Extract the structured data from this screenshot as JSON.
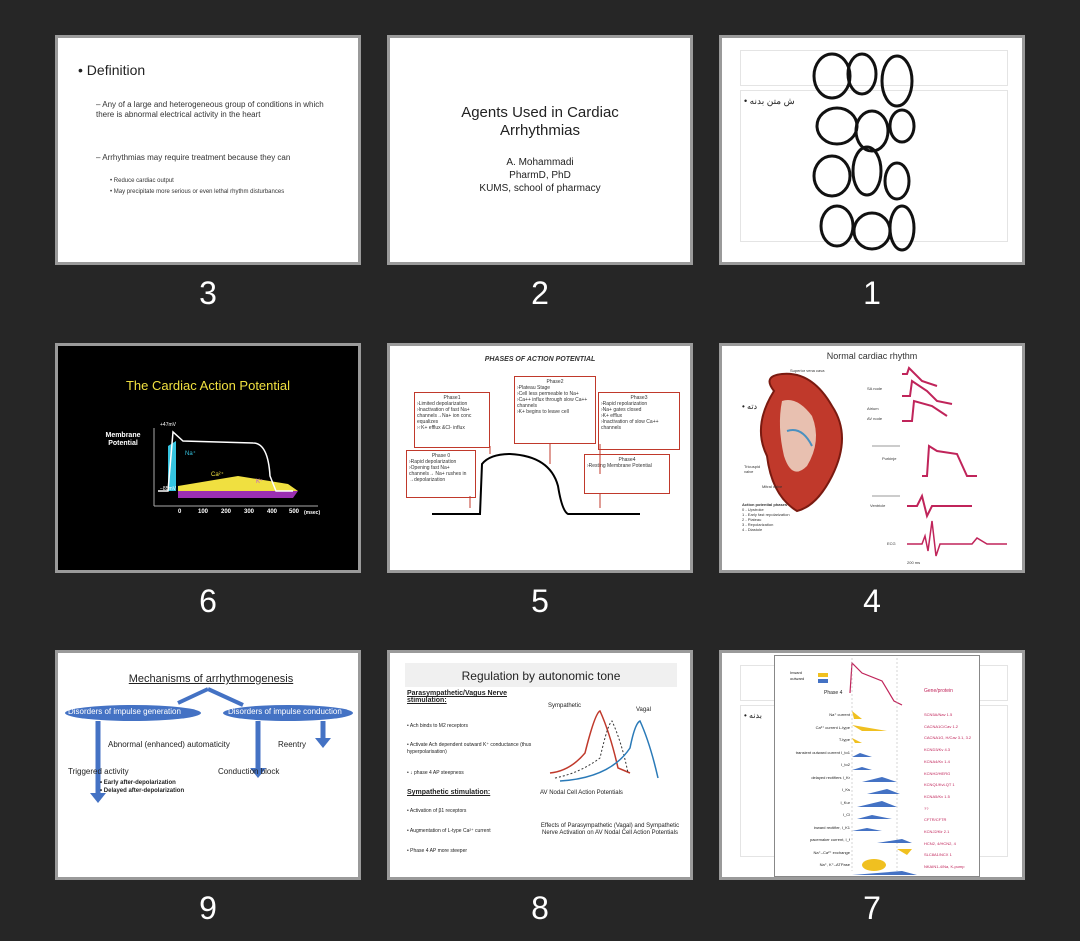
{
  "slides": [
    {
      "number": "3",
      "bullet": "Definition",
      "items": [
        "Any of a large and heterogeneous group of conditions in which there is abnormal electrical activity in the heart",
        "Arrhythmias may require treatment because they can"
      ],
      "subitems": [
        "Reduce cardiac output",
        "May precipitate more serious or even lethal rhythm disturbances"
      ]
    },
    {
      "number": "2",
      "title": "Agents Used in Cardiac Arrhythmias",
      "lines": [
        "A.  Mohammadi",
        "PharmD, PhD",
        "KUMS, school of pharmacy"
      ]
    },
    {
      "number": "1",
      "bullet": "ش متن بدنه"
    },
    {
      "number": "6",
      "title": "The Cardiac Action Potential",
      "ylabel": "Membrane Potential",
      "top": "+47mV",
      "bottom": "−85mV",
      "na": "Na⁺",
      "ca": "Ca²⁺",
      "k": "K⁺",
      "ticks": [
        "0",
        "100",
        "200",
        "300",
        "400",
        "500"
      ],
      "unit": "(msec)"
    },
    {
      "number": "5",
      "title": "PHASES OF ACTION POTENTIAL",
      "phase1": "Phase1",
      "p1": [
        "›Limited depolarization",
        "›Inactivation of fast Na+ channels→Na+ ion conc equalizes",
        "›↑K+ efflux &Cl- influx"
      ],
      "phase2": "Phase2",
      "p2": [
        "›Plateau Stage",
        "›Cell less permeable to Na+",
        "›Ca++ influx through slow Ca++ channels",
        "›K+ begins to leave cell"
      ],
      "phase3": "Phase3",
      "p3": [
        "›Rapid repolarization",
        "›Na+ gates closed",
        "›K+ efflux",
        "›Inactivation of slow Ca++ channels"
      ],
      "phase0": "Phase 0",
      "p0": [
        "›Rapid depolarization",
        "›Opening fast Na+ channels→ Na+ rushes in →depolarization"
      ],
      "phase4": "Phase4",
      "p4": [
        "›Resting Membrane Potential"
      ]
    },
    {
      "number": "4",
      "title": "Normal cardiac rhythm",
      "bullet": "دته",
      "labels": [
        "Superior vena cava",
        "SA node",
        "Atrium",
        "AV node",
        "Purkinje",
        "Tricuspid valve",
        "Mitral valve",
        "Ventricle",
        "Action potential phases",
        "0 - Upstroke",
        "1 - Early fast repolarization",
        "2 - Plateau",
        "3 - Repolarization",
        "4 - Diastole",
        "ECG",
        "200 ms"
      ]
    },
    {
      "number": "9",
      "title": "Mechanisms of arrhythmogenesis",
      "left": "Disorders of impulse generation",
      "right": "Disorders of impulse conduction",
      "auto": "Abnormal (enhanced) automaticity",
      "reentry": "Reentry",
      "trig": "Triggered activity",
      "block": "Conduction block",
      "items": [
        "Early after-depolarization",
        "Delayed after-depolarization"
      ]
    },
    {
      "number": "8",
      "title": "Regulation by autonomic tone",
      "para": "Parasympathetic/Vagus Nerve stimulation:",
      "pitems": [
        "Ach binds to M2 receptors",
        "Activate Ach dependent outward K⁺ conductance (thus hyperpolarisation)",
        "↓ phase 4 AP steepness"
      ],
      "symp": "Sympathetic stimulation:",
      "sitems": [
        "Activation of β1 receptors",
        "Augmentation of L-type Ca²⁺ current",
        "Phase 4 AP more steeper"
      ],
      "graph": {
        "s": "Sympathetic",
        "v": "Vagal",
        "cap": "AV Nodal Cell Action Potentials"
      },
      "effects": "Effects of Parasympathetic (Vagal) and Sympathetic Nerve Activation on AV Nodal Cell Action Potentials"
    },
    {
      "number": "7",
      "bullet": "بدنه",
      "legend": [
        "Inward",
        "outward"
      ],
      "phase": "Phase 4",
      "header": "Gene/protein",
      "rows": [
        "Na⁺ current",
        "Ca²⁺ current L-type",
        "T-type",
        "transient outward current I_to1",
        "I_to2",
        "delayed rectifiers I_Kr",
        "I_Ks",
        "I_Kur",
        "I_Cl",
        "inward rectifier, I_K1",
        "pacemaker current, I_f",
        "Na⁺–Ca²⁺ exchange",
        "Na⁺, K⁺–ATPase"
      ],
      "genes": [
        "SCN5A/Nav 1.5",
        "CACNA1C/Cav 1.2",
        "CACNA1G, H/Cav 3.1, 3.2",
        "KCND3/Kv 4.3",
        "KCNA4/Kv 1.4",
        "KCNH2/HERG",
        "KCNQ1/KvLQT 1",
        "KCNA5/Kv 1.5",
        "??",
        "CFTR/CFTR",
        "KCNJ2/Kir 2.1",
        "HCN2, 4/HCN2, 4",
        "SLC8A1/NCX 1",
        "NKAIN1-4/Na, K-pump"
      ]
    }
  ],
  "colors": {
    "background": "#262626",
    "thumb_border": "#9a9a9a",
    "red": "#c0392b",
    "blue": "#4472c4"
  }
}
